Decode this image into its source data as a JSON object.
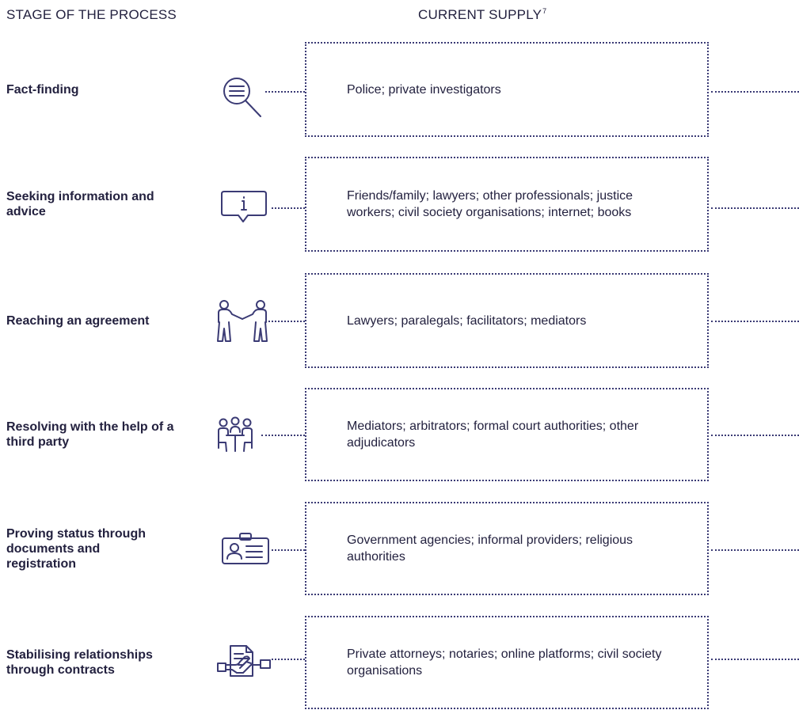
{
  "headers": {
    "stage": "STAGE OF THE PROCESS",
    "supply": "CURRENT SUPPLY",
    "supply_footnote": "7"
  },
  "rows": [
    {
      "stage": "Fact-finding",
      "supply": "Police; private investigators",
      "icon": "magnifier-document-icon"
    },
    {
      "stage": "Seeking information and advice",
      "supply": "Friends/family; lawyers; other professionals; justice workers; civil society organisations; internet; books",
      "icon": "info-bubble-icon"
    },
    {
      "stage": "Reaching an agreement",
      "supply": "Lawyers; paralegals; facilitators; mediators",
      "icon": "handshake-people-icon"
    },
    {
      "stage": "Resolving with the help of a third party",
      "supply": "Mediators; arbitrators; formal court authorities; other adjudicators",
      "icon": "three-people-table-icon"
    },
    {
      "stage": "Proving status through documents and registration",
      "supply": "Government agencies; informal providers; religious authorities",
      "icon": "id-card-icon"
    },
    {
      "stage": "Stabilising relationships through contracts",
      "supply": "Private attorneys; notaries; online platforms; civil society organisations",
      "icon": "contract-handshake-icon"
    }
  ],
  "colors": {
    "text": "#23213f",
    "dots": "#3b3b75"
  }
}
